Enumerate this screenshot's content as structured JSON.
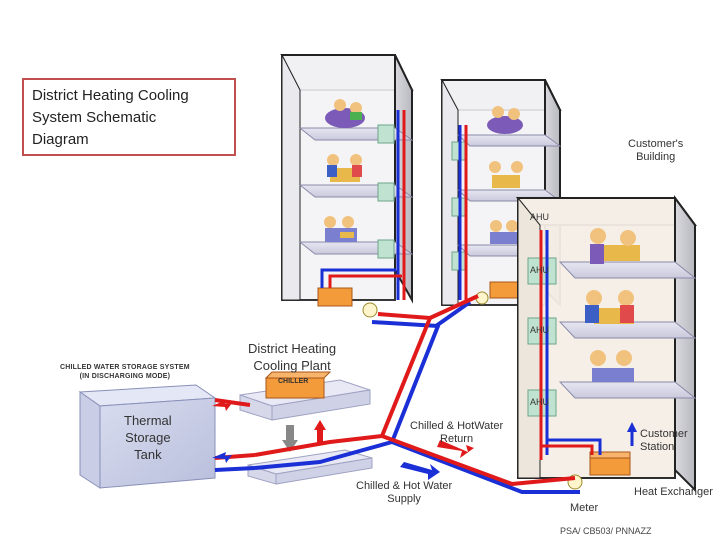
{
  "title": {
    "line1": "District Heating Cooling",
    "line2": "System Schematic",
    "line3": "Diagram"
  },
  "labels": {
    "customers_building_1": "Customer's",
    "customers_building_2": "Building",
    "storage_system_1": "CHILLED WATER STORAGE SYSTEM",
    "storage_system_2": "(IN DISCHARGING MODE)",
    "plant_1": "District  Heating",
    "plant_2": "Cooling Plant",
    "chiller": "CHILLER",
    "tank_1": "Thermal",
    "tank_2": "Storage",
    "tank_3": "Tank",
    "return_1": "Chilled  & HotWater",
    "return_2": "Return",
    "supply_1": "Chilled  & Hot Water",
    "supply_2": "Supply",
    "ahu_1": "AHU",
    "ahu_2": "AHU",
    "ahu_3": "AHU",
    "ahu_4": "AHU",
    "customer_station_1": "Customer",
    "customer_station_2": "Station",
    "heat_exchanger": "Heat Exchanger",
    "meter": "Meter",
    "footer": "PSA/ CB503/ PNNAZZ"
  },
  "colors": {
    "supply_pipe": "#1a2fd6",
    "return_pipe": "#e01a1a",
    "title_border": "#c0504d",
    "building_fill": "#f4f4f7",
    "ahu_fill": "#bfe3d0",
    "heat_exchanger_fill": "#f39a3a"
  }
}
